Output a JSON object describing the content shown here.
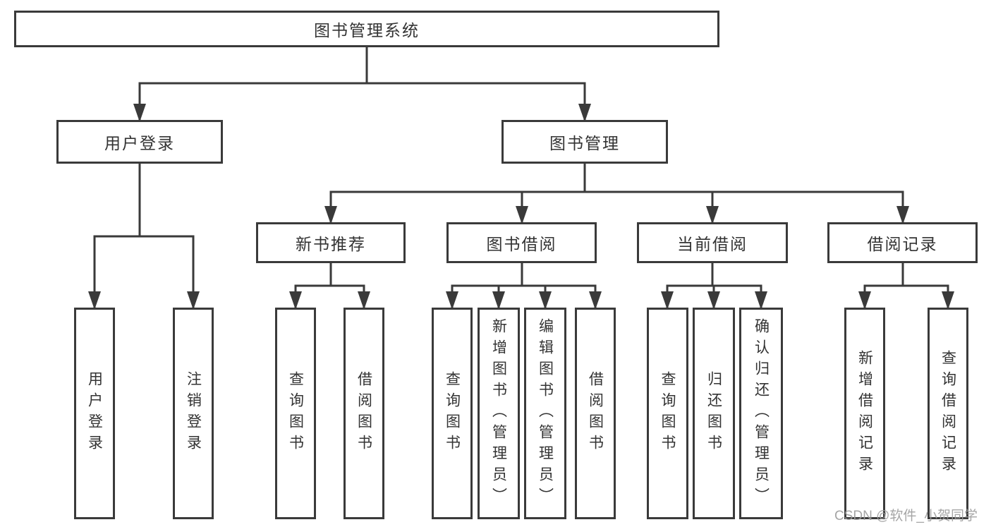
{
  "diagram_title": "图书管理系统",
  "nodes": {
    "root": {
      "label": "图书管理系统"
    },
    "login": {
      "label": "用户登录"
    },
    "mgmt": {
      "label": "图书管理"
    },
    "l3": [
      {
        "label": "新书推荐"
      },
      {
        "label": "图书借阅"
      },
      {
        "label": "当前借阅"
      },
      {
        "label": "借阅记录"
      }
    ],
    "leaves": [
      {
        "label": "用户登录"
      },
      {
        "label": "注销登录"
      },
      {
        "label": "查询图书"
      },
      {
        "label": "借阅图书"
      },
      {
        "label": "查询图书"
      },
      {
        "label": "新增图书（管理员）"
      },
      {
        "label": "编辑图书（管理员）"
      },
      {
        "label": "借阅图书"
      },
      {
        "label": "查询图书"
      },
      {
        "label": "归还图书"
      },
      {
        "label": "确认归还（管理员）"
      },
      {
        "label": "新增借阅记录"
      },
      {
        "label": "查询借阅记录"
      }
    ]
  },
  "hierarchy": {
    "图书管理系统": {
      "用户登录": [
        "用户登录",
        "注销登录"
      ],
      "图书管理": {
        "新书推荐": [
          "查询图书",
          "借阅图书"
        ],
        "图书借阅": [
          "查询图书",
          "新增图书（管理员）",
          "编辑图书（管理员）",
          "借阅图书"
        ],
        "当前借阅": [
          "查询图书",
          "归还图书",
          "确认归还（管理员）"
        ],
        "借阅记录": [
          "新增借阅记录",
          "查询借阅记录"
        ]
      }
    }
  },
  "watermark": {
    "text": "CSDN @软件_小贺同学"
  },
  "colors": {
    "line": "#3a3a3a",
    "border": "#3a3a3a",
    "text": "#333333",
    "background": "#ffffff",
    "watermark": "#9b9b9b"
  }
}
